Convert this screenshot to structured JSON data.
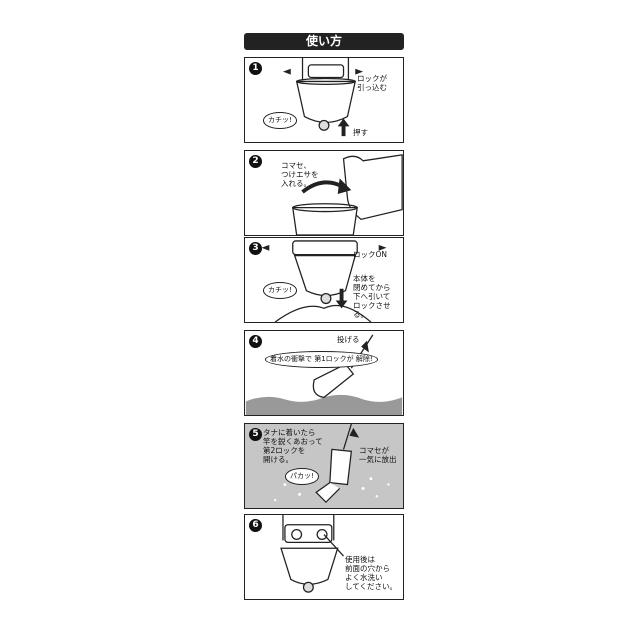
{
  "title": "使い方",
  "panels": [
    {
      "num": "1",
      "labels": [
        "ロックが\n引っ込む",
        "押す"
      ],
      "bubbles": [
        "カチッ!"
      ]
    },
    {
      "num": "2",
      "labels": [
        "コマセ、\nつけエサを\n入れる。"
      ],
      "bubbles": []
    },
    {
      "num": "3",
      "labels": [
        "ロックON",
        "本体を\n閉めてから\n下へ引いて\nロックさせる。"
      ],
      "bubbles": [
        "カチッ!"
      ]
    },
    {
      "num": "4",
      "labels": [
        "投げる"
      ],
      "bubbles": [
        "着水の衝撃で\n第1ロックが\n解除!"
      ]
    },
    {
      "num": "5",
      "labels": [
        "タナに着いたら\n竿を鋭くあおって\n第2ロックを\n開ける。",
        "コマセが\n一気に放出"
      ],
      "bubbles": [
        "パカッ!"
      ]
    },
    {
      "num": "6",
      "labels": [
        "使用後は\n前面の穴から\nよく水洗い\nしてください。"
      ],
      "bubbles": []
    }
  ]
}
